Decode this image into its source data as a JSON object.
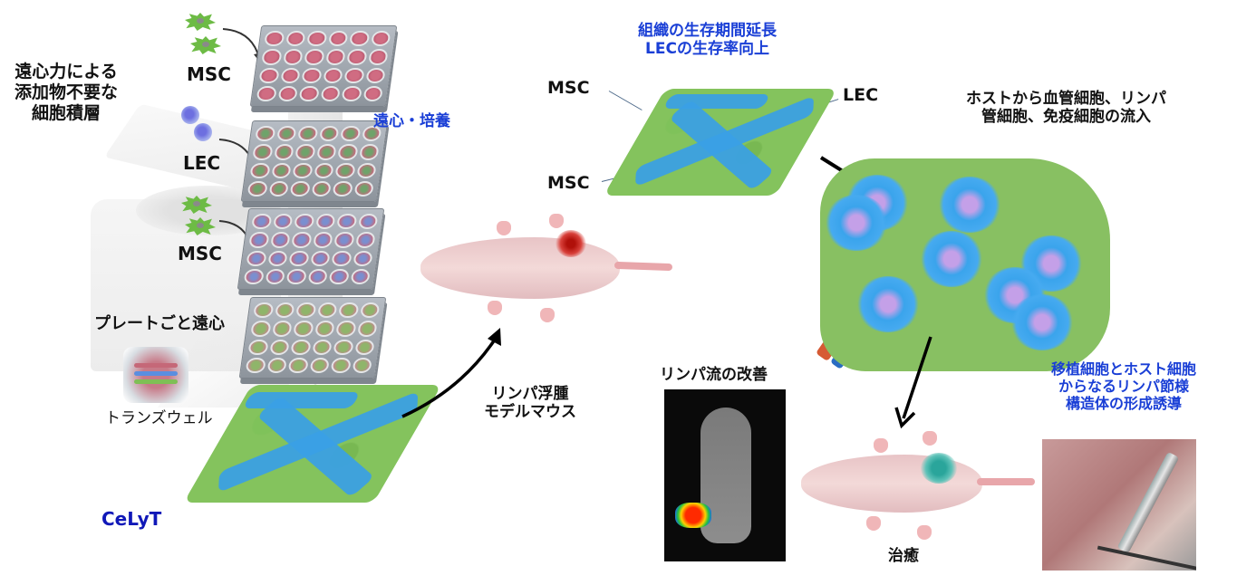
{
  "diagram": {
    "title": "CeLyT lymph-node-like structure induction schematic",
    "colors": {
      "msc_green": "#6dbb45",
      "lec_blue": "#3aa0e6",
      "label_blue": "#1a3fd6",
      "celyt_navy": "#1018b8",
      "text_black": "#111111"
    }
  },
  "left_panel": {
    "method_caption": [
      "遠心力による",
      "添加物不要な",
      "細胞積層"
    ],
    "layers": [
      {
        "cell": "MSC",
        "icon": "msc-cell-icon"
      },
      {
        "cell": "LEC",
        "icon": "lec-cell-icon"
      },
      {
        "cell": "MSC",
        "icon": "msc-cell-icon"
      }
    ],
    "process_label": "遠心・培養",
    "plate_caption": "プレートごと遠心",
    "transwell_label": "トランズウェル",
    "product_name": "CeLyT"
  },
  "model": {
    "label": [
      "リンパ浮腫",
      "モデルマウス"
    ]
  },
  "sheet_detail": {
    "benefits": [
      "組織の生存期間延長",
      "LECの生存率向上"
    ],
    "labels": {
      "msc_top": "MSC",
      "lec": "LEC",
      "msc_bottom": "MSC"
    }
  },
  "host_infiltration": {
    "caption": [
      "ホストから血管細胞、リンパ",
      "管細胞、免疫細胞の流入"
    ]
  },
  "outcomes": {
    "imaging_title": "リンパ流の改善",
    "treatment_label": "治癒",
    "structure_caption": [
      "移植細胞とホスト細胞",
      "からなるリンパ節様",
      "構造体の形成誘導"
    ]
  }
}
